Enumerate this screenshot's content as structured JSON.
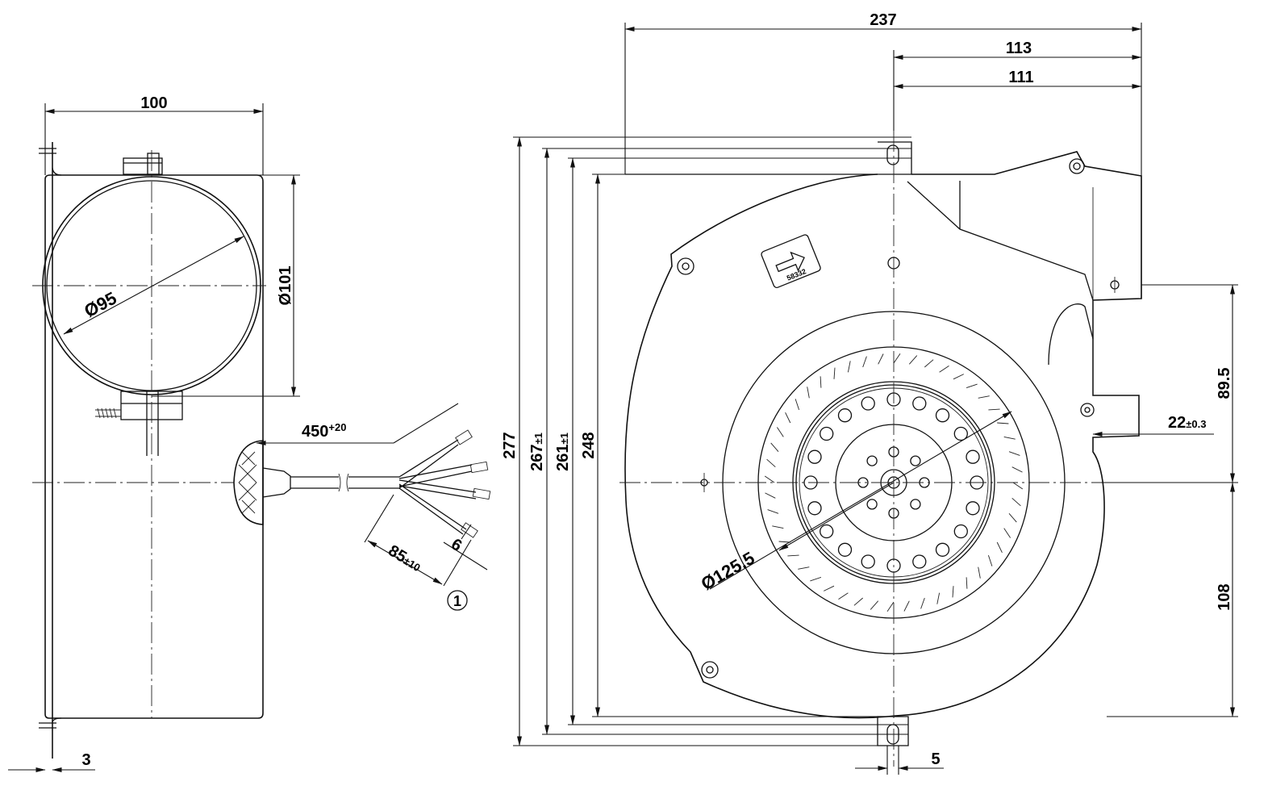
{
  "drawing": {
    "dimensions": {
      "side_width": "100",
      "bore_dia": "Ø95",
      "outer_dia": "Ø101",
      "cable_length": "450",
      "cable_length_tol": "+20",
      "strip_length": "85",
      "strip_length_tol": "±10",
      "end_strip": "6",
      "flange_thickness": "3",
      "total_width": "237",
      "width_113": "113",
      "width_111": "111",
      "height_277": "277",
      "height_267": "267",
      "height_267_tol": "±1",
      "height_261": "261",
      "height_261_tol": "±1",
      "height_248": "248",
      "outlet_offset": "89.5",
      "outlet_depth": "22",
      "outlet_depth_tol": "±0.3",
      "impeller_dia": "Ø125.5",
      "center_to_base": "108",
      "slot_width": "5"
    },
    "label_plate_text": "58332",
    "callout": "1"
  }
}
